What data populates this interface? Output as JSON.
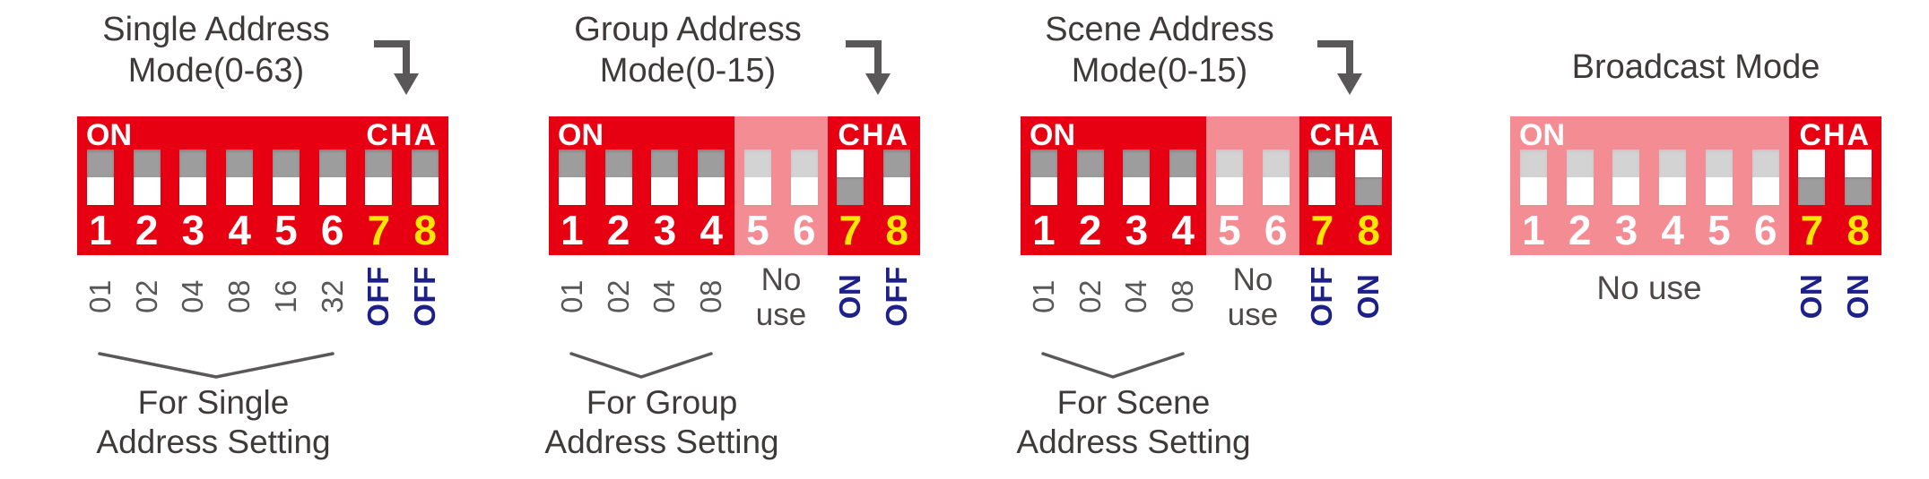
{
  "switch_numbers": [
    "1",
    "2",
    "3",
    "4",
    "5",
    "6",
    "7",
    "8"
  ],
  "colors": {
    "panel_red": "#e60012",
    "switch_track_gray": "#9d9d9e",
    "switch_handle_white": "#ffffff",
    "channel_number_yellow": "#ffe600",
    "state_label_blue": "#1d2088",
    "text_dark_gray": "#4c4948",
    "disabled_overlay": "rgba(255,255,255,0.55)"
  },
  "panels": [
    {
      "title": [
        "Single Address",
        "Mode(0-63)"
      ],
      "on_label": "ON",
      "cha_label": "CHA",
      "positions": [
        "down",
        "down",
        "down",
        "down",
        "down",
        "down",
        "down",
        "down"
      ],
      "values": [
        "01",
        "02",
        "04",
        "08",
        "16",
        "32"
      ],
      "channel_values": [
        "OFF",
        "OFF"
      ],
      "caption": [
        "For Single",
        "Address Setting"
      ]
    },
    {
      "title": [
        "Group Address",
        "Mode(0-15)"
      ],
      "on_label": "ON",
      "cha_label": "CHA",
      "positions": [
        "down",
        "down",
        "down",
        "down",
        "down",
        "down",
        "up",
        "down"
      ],
      "values": [
        "01",
        "02",
        "04",
        "08"
      ],
      "no_use": [
        "No",
        "use"
      ],
      "channel_values": [
        "ON",
        "OFF"
      ],
      "caption": [
        "For Group",
        "Address Setting"
      ]
    },
    {
      "title": [
        "Scene Address",
        "Mode(0-15)"
      ],
      "on_label": "ON",
      "cha_label": "CHA",
      "positions": [
        "down",
        "down",
        "down",
        "down",
        "down",
        "down",
        "down",
        "up"
      ],
      "values": [
        "01",
        "02",
        "04",
        "08"
      ],
      "no_use": [
        "No",
        "use"
      ],
      "channel_values": [
        "OFF",
        "ON"
      ],
      "caption": [
        "For Scene",
        "Address Setting"
      ]
    },
    {
      "title": [
        "Broadcast Mode"
      ],
      "on_label": "ON",
      "cha_label": "CHA",
      "positions": [
        "down",
        "down",
        "down",
        "down",
        "down",
        "down",
        "up",
        "up"
      ],
      "no_use_label": "No use",
      "channel_values": [
        "ON",
        "ON"
      ]
    }
  ]
}
